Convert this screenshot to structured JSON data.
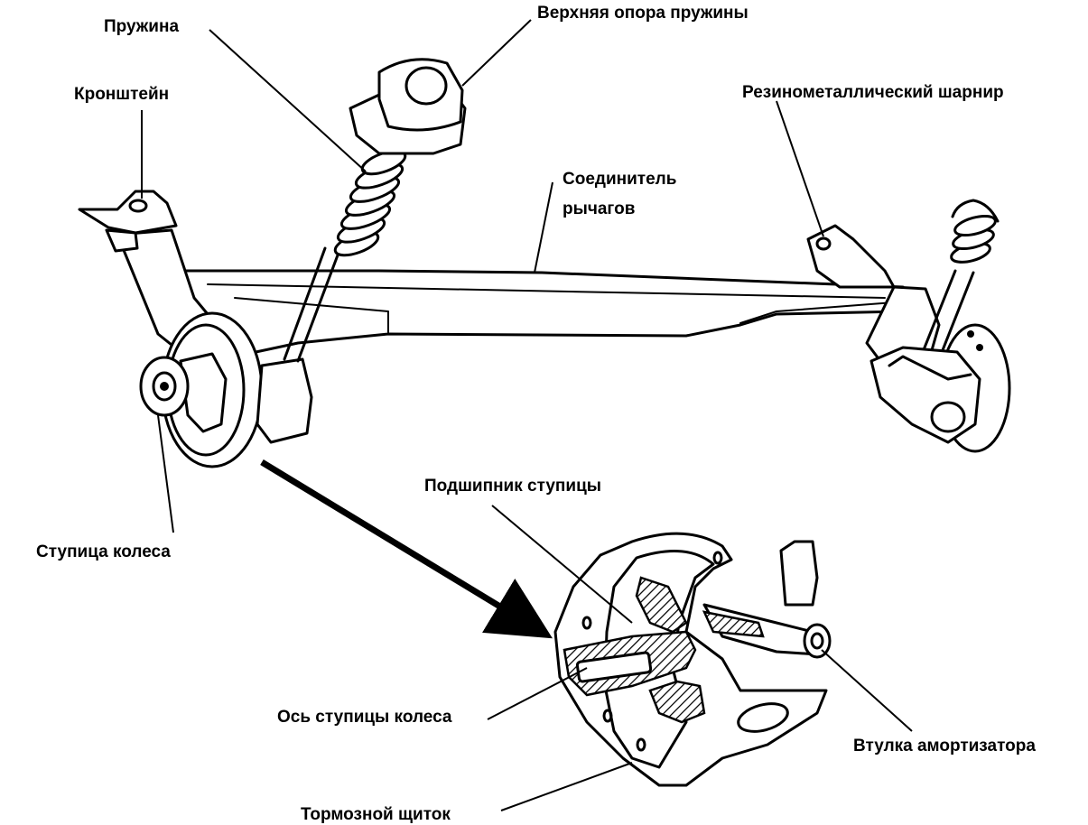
{
  "labels": {
    "spring": "Пружина",
    "spring_top_mount": "Верхняя опора пружины",
    "bracket": "Кронштейн",
    "rubber_metal_joint": "Резинометаллический шарнир",
    "arm_connector_line1": "Соединитель",
    "arm_connector_line2": "рычагов",
    "hub_bearing": "Подшипник ступицы",
    "wheel_hub": "Ступица колеса",
    "hub_axle": "Ось ступицы колеса",
    "shock_bushing": "Втулка амортизатора",
    "brake_shield": "Тормозной щиток"
  },
  "colors": {
    "ink": "#000000",
    "background": "#ffffff"
  }
}
